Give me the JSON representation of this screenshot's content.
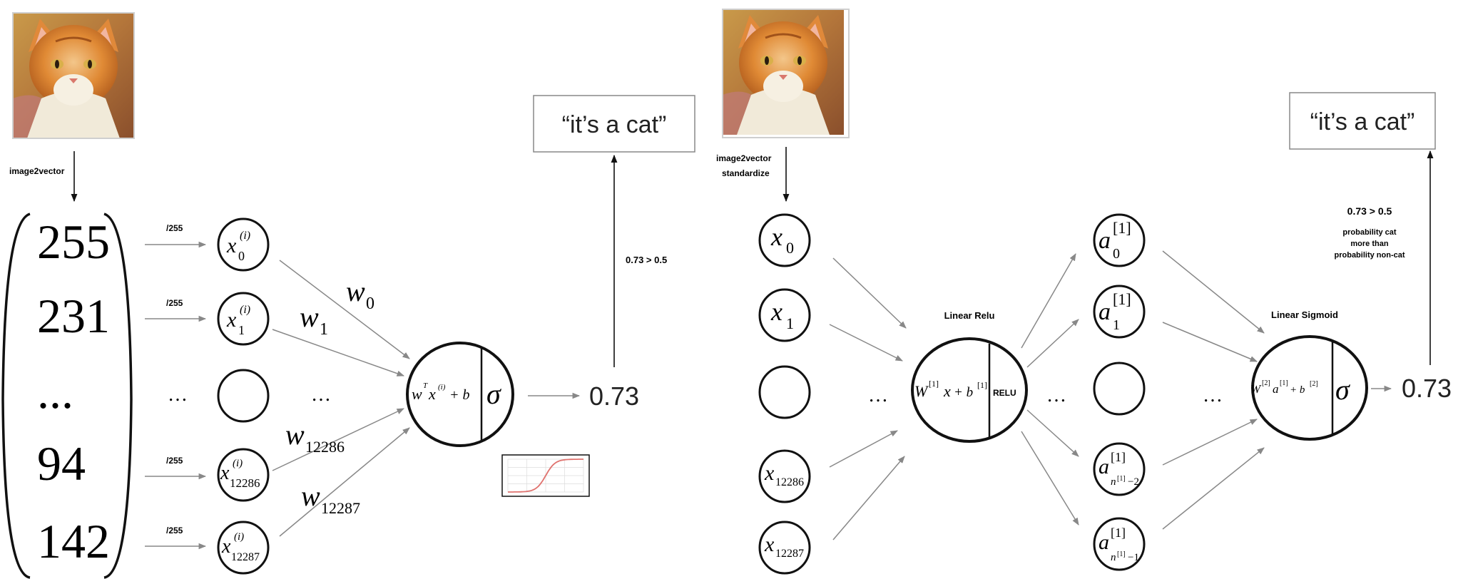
{
  "left": {
    "label_image2vector": "image2vector",
    "vector_values": [
      "255",
      "231",
      "...",
      "94",
      "142"
    ],
    "div_label": "/255",
    "ellipsis": "…",
    "input_sub": [
      "0",
      "1",
      "12286",
      "12287"
    ],
    "input_sup": "(i)",
    "weights": [
      {
        "base": "w",
        "sub": "0"
      },
      {
        "base": "w",
        "sub": "1"
      },
      {
        "base": "w",
        "sub": "12286"
      },
      {
        "base": "w",
        "sub": "12287"
      }
    ],
    "neuron_formula": {
      "w": "w",
      "T": "T",
      "x": "x",
      "sup": "(i)",
      "plus_b": "+ b"
    },
    "sigma": "σ",
    "output_value": "0.73",
    "threshold": "0.73 > 0.5",
    "result": "“it’s a cat”"
  },
  "sigmoid_plot": {
    "type": "line",
    "function": "sigmoid",
    "xlim": [
      -8,
      8
    ],
    "ylim": [
      0,
      1
    ],
    "grid": true
  },
  "right": {
    "label_image2vector": "image2vector",
    "label_standardize": "standardize",
    "input_sub": [
      "0",
      "1",
      "12286",
      "12287"
    ],
    "ellipsis": "…",
    "layer1_title": "Linear Relu",
    "layer1_formula": {
      "W": "W",
      "sup1": "[1]",
      "x": "x",
      "plus": "+ b",
      "sup2": "[1]"
    },
    "relu": "RELU",
    "hidden": [
      {
        "sub": "0",
        "sup": "[1]"
      },
      {
        "sub": "1",
        "sup": "[1]"
      },
      {
        "sub": "n",
        "subsup": "[1]",
        "subtail": "−2",
        "sup": "[1]"
      },
      {
        "sub": "n",
        "subsup": "[1]",
        "subtail": "−1",
        "sup": "[1]"
      }
    ],
    "layer2_title": "Linear Sigmoid",
    "layer2_formula": {
      "W": "W",
      "sup1": "[2]",
      "a": "a",
      "sup2": "[1]",
      "plus": "+ b",
      "sup3": "[2]"
    },
    "sigma": "σ",
    "output_value": "0.73",
    "threshold": "0.73 > 0.5",
    "explain": [
      "probability cat",
      "more than",
      "probability non-cat"
    ],
    "result": "“it’s a cat”"
  }
}
